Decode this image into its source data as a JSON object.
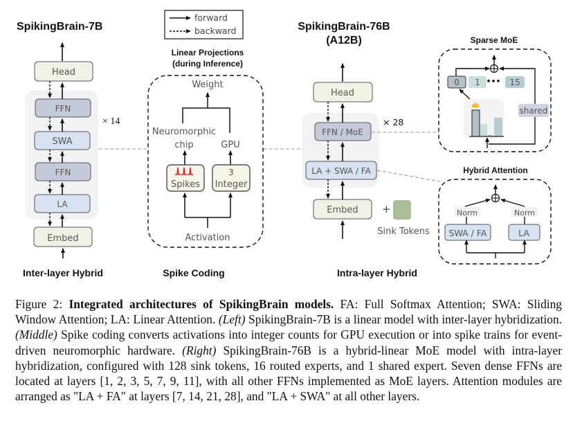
{
  "figure": {
    "left_model": {
      "title": "SpikingBrain-7B",
      "blocks": {
        "head": "Head",
        "ffn1": "FFN",
        "swa": "SWA",
        "ffn2": "FFN",
        "la": "LA",
        "embed": "Embed"
      },
      "repeat": "× 14",
      "subtitle": "Inter-layer Hybrid"
    },
    "legend": {
      "forward": "forward",
      "backward": "backward"
    },
    "middle": {
      "heading_line1": "Linear Projections",
      "heading_line2": "(during Inference)",
      "weight": "Weight",
      "neuromorphic_line1": "Neuromorphic",
      "neuromorphic_line2": "chip",
      "gpu": "GPU",
      "spikes": "Spikes",
      "integer_value": "3",
      "integer": "Integer",
      "activation": "Activation",
      "subtitle": "Spike Coding"
    },
    "right_model": {
      "title_line1": "SpikingBrain-76B",
      "title_line2": "(A12B)",
      "blocks": {
        "head": "Head",
        "ffn_moe": "FFN / MoE",
        "attn": "LA + SWA / FA",
        "embed": "Embed"
      },
      "repeat": "× 28",
      "plus": "+",
      "sink_tokens": "Sink Tokens",
      "subtitle": "Intra-layer Hybrid"
    },
    "sparse_moe": {
      "title": "Sparse MoE",
      "experts": [
        "0",
        "1",
        "•••",
        "15"
      ],
      "shared": "shared",
      "bar_dots": "..."
    },
    "hybrid_attention": {
      "title": "Hybrid Attention",
      "norm_left": "Norm",
      "norm_right": "Norm",
      "swa_fa": "SWA / FA",
      "la": "LA"
    },
    "colors": {
      "green_block": "#eef3e6",
      "ffn_block": "#c5cadb",
      "attn_block": "#d8e2f2",
      "group_bg": "#f1f2f3",
      "spike_red": "#e02020",
      "sink_green": "#a9bd98",
      "expert_teal": "#c8e0dc",
      "expert_blue": "#b8cad2",
      "shared_bg": "#cfd3e0"
    }
  },
  "caption": {
    "label": "Figure 2:",
    "bold": "Integrated architectures of SpikingBrain models.",
    "s1": " FA: Full Softmax Attention; SWA: Sliding Window Attention; LA: Linear Attention. ",
    "left": "(Left)",
    "s2": " SpikingBrain-7B is a linear model with inter-layer hybridization. ",
    "middle": "(Middle)",
    "s3": " Spike coding converts activations into integer counts for GPU execution or into spike trains for event-driven neuromorphic hardware. ",
    "right": "(Right)",
    "s4": " SpikingBrain-76B is a hybrid-linear MoE model with intra-layer hybridization, configured with 128 sink tokens, 16 routed experts, and 1 shared expert. Seven dense FFNs are located at layers [1, 2, 3, 5, 7, 9, 11], with all other FFNs implemented as MoE layers. Attention modules are arranged as \"LA + FA\" at layers [7, 14, 21, 28], and \"LA + SWA\" at all other layers."
  }
}
